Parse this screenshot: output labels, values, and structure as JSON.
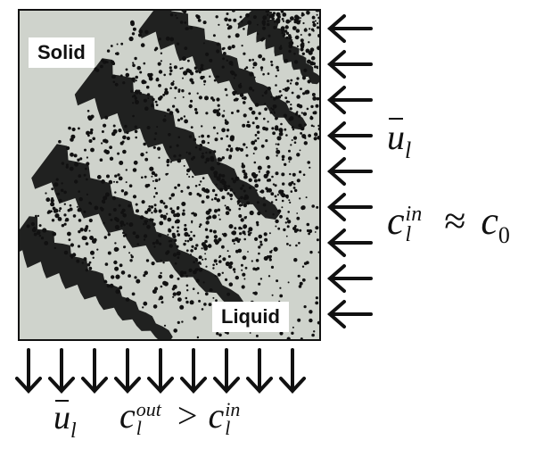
{
  "labels": {
    "solid": "Solid",
    "liquid": "Liquid"
  },
  "right_annotation": {
    "velocity": "u",
    "velocity_sub": "l",
    "conc": "c",
    "conc_sub": "l",
    "conc_sup": "in",
    "relation": "≈",
    "rhs": "c",
    "rhs_sub": "0"
  },
  "bottom_annotation": {
    "velocity": "u",
    "velocity_sub": "l",
    "conc_out": "c",
    "conc_out_sub": "l",
    "conc_out_sup": "out",
    "relation": ">",
    "conc_in": "c",
    "conc_in_sub": "l",
    "conc_in_sup": "in"
  },
  "colors": {
    "ink": "#111111",
    "background": "#cfd3cc"
  }
}
